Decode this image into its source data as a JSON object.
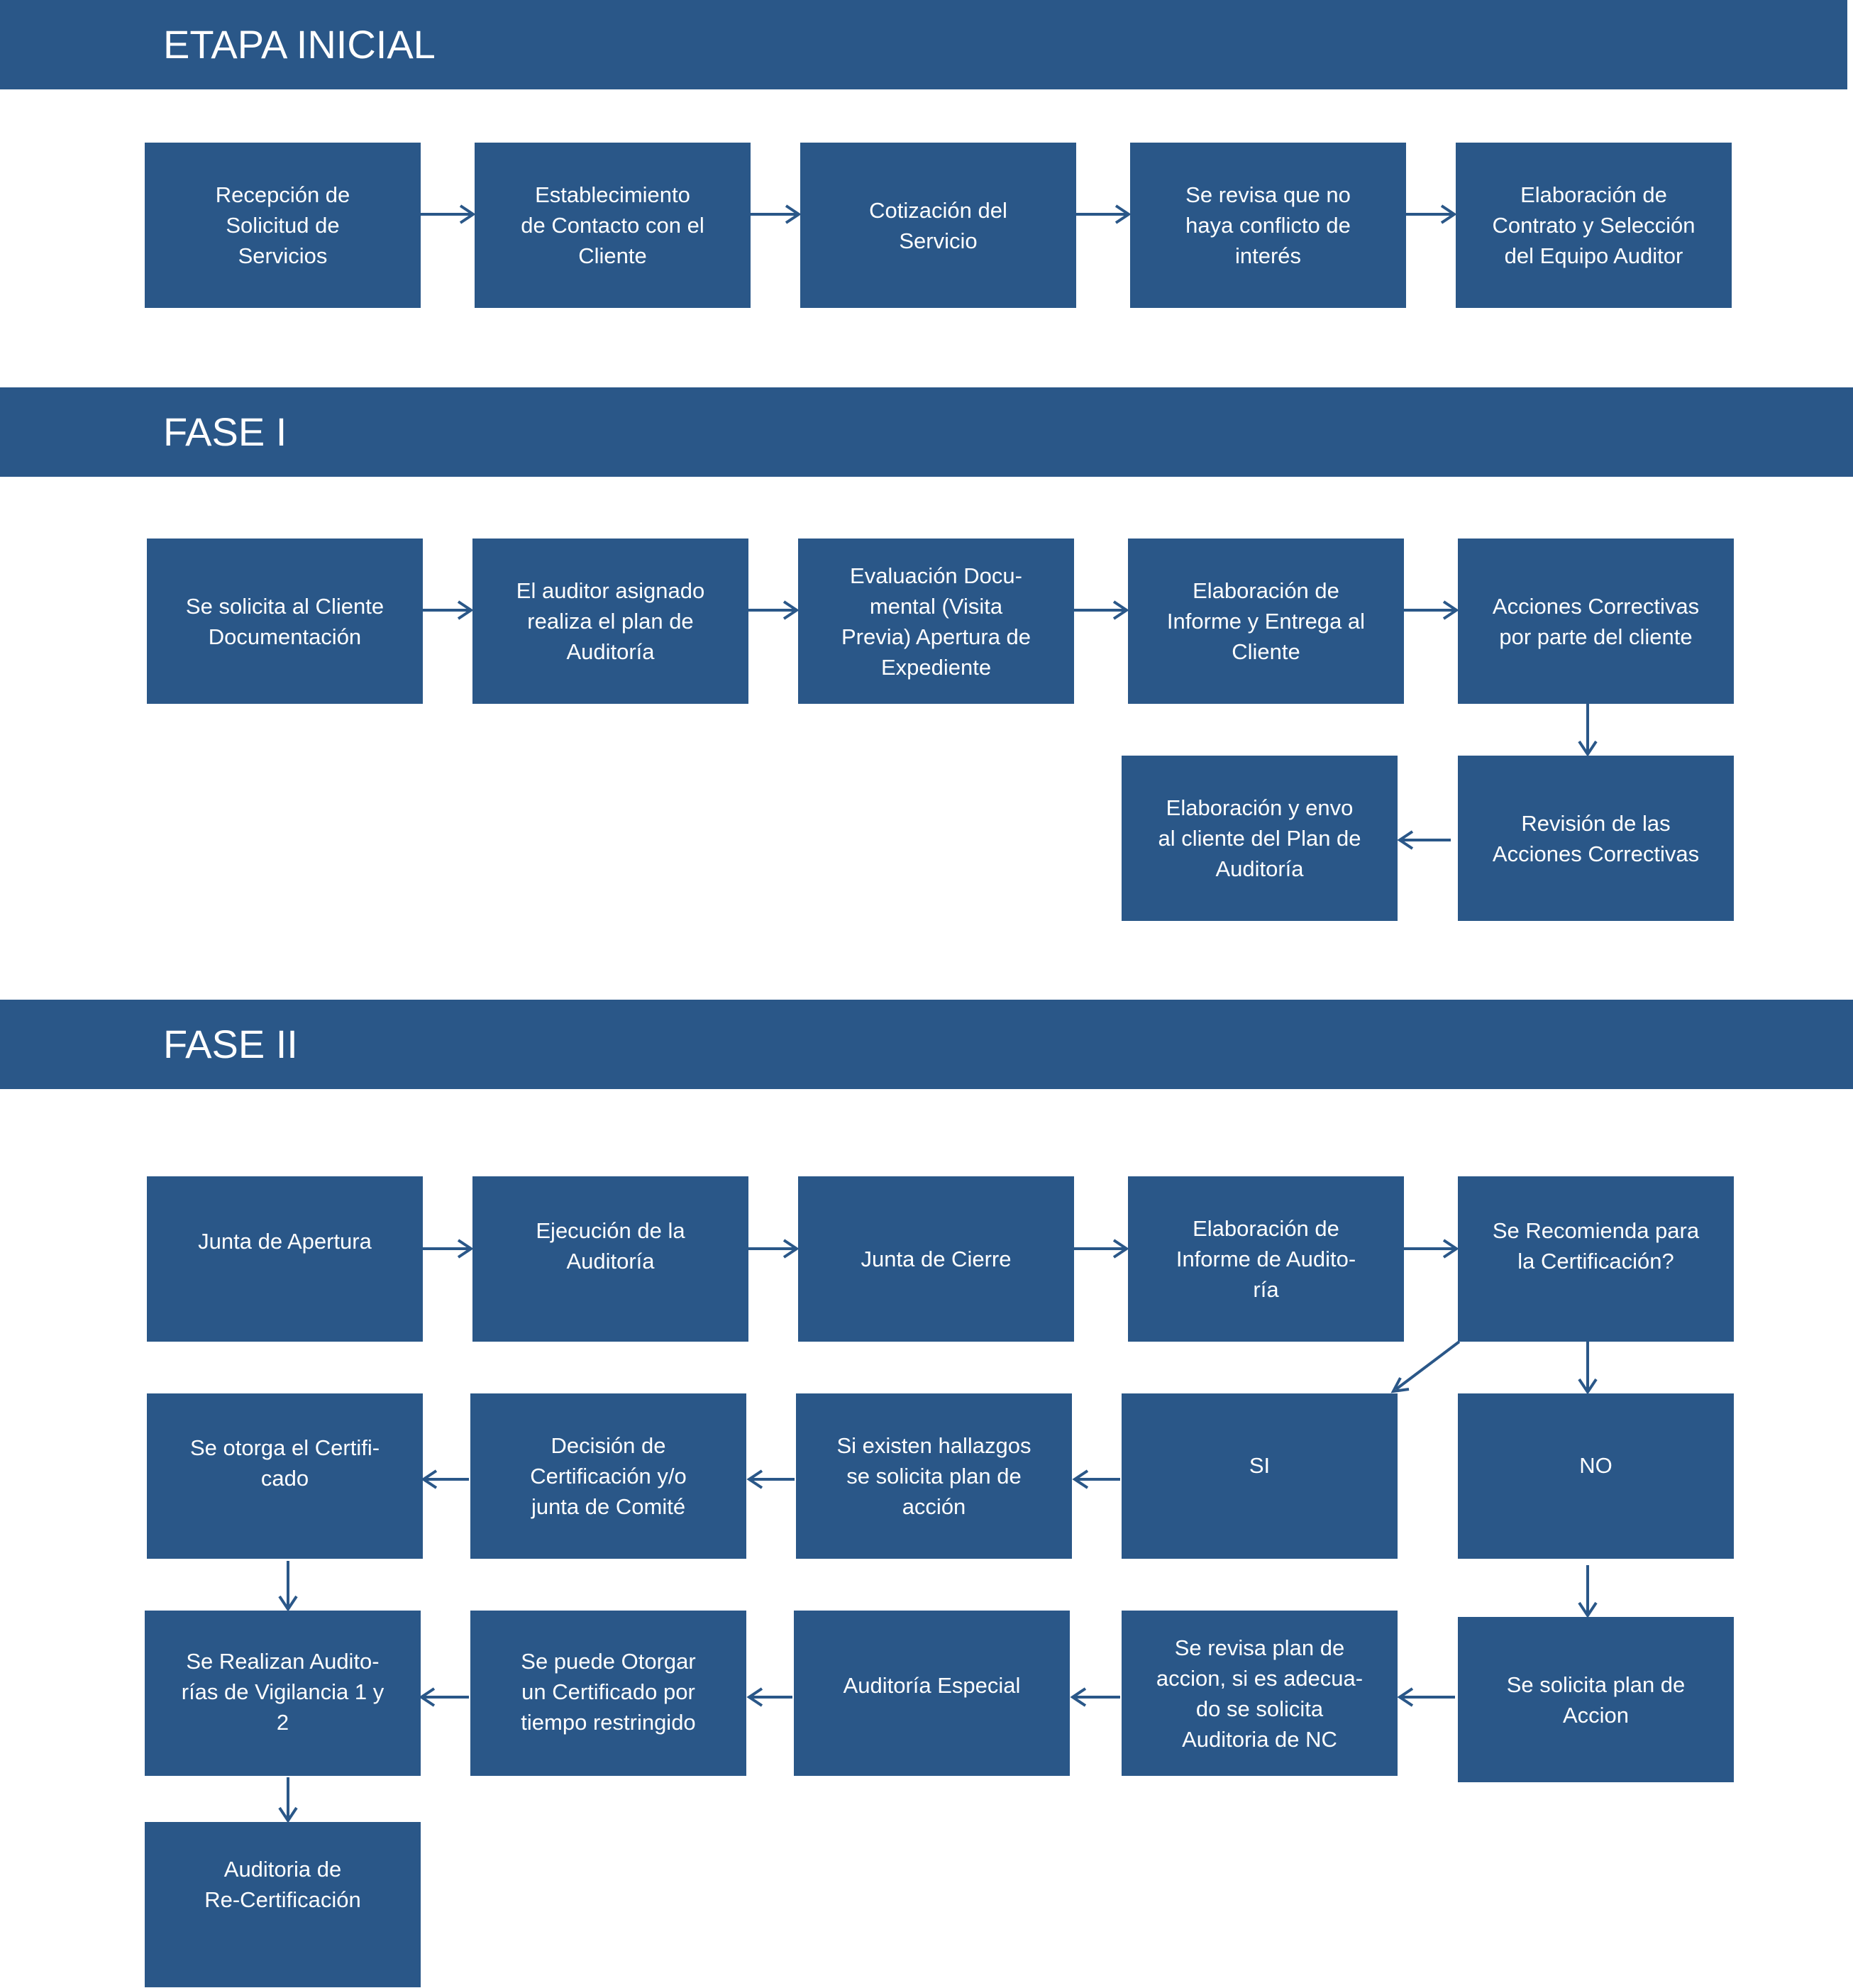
{
  "colors": {
    "primary": "#2a5788",
    "text": "#ffffff",
    "background": "#ffffff"
  },
  "sections": [
    {
      "title": "ETAPA INICIAL"
    },
    {
      "title": "FASE I"
    },
    {
      "title": "FASE II"
    }
  ],
  "etapa_inicial": {
    "recepcion": "Recepción de\nSolicitud de\nServicios",
    "contacto": "Establecimiento\nde Contacto con el\nCliente",
    "cotizacion": "Cotización del\nServicio",
    "conflicto": "Se revisa que no\nhaya conflicto de\ninterés",
    "contrato": "Elaboración de\nContrato y Selección\ndel Equipo Auditor"
  },
  "fase1": {
    "documentacion": "Se solicita al Cliente\nDocumentación",
    "plan": "El auditor asignado\nrealiza el plan de\nAuditoría",
    "evaluacion": "Evaluación Docu-\nmental (Visita\nPrevia) Apertura de\nExpediente",
    "informe": "Elaboración de\nInforme y Entrega al\nCliente",
    "acciones": "Acciones Correctivas\npor parte del cliente",
    "revision": "Revisión de las\nAcciones Correctivas",
    "envio_plan": "Elaboración y envo\nal cliente del Plan de\nAuditoría"
  },
  "fase2": {
    "apertura": "Junta de Apertura",
    "ejecucion": "Ejecución de la\nAuditoría",
    "cierre": "Junta de Cierre",
    "informe": "Elaboración de\nInforme de Audito-\nría",
    "recomienda": "Se Recomienda para\nla Certificación?",
    "si": "SI",
    "no": "NO",
    "hallazgos": "Si existen hallazgos\nse solicita plan de\nacción",
    "decision": "Decisión de\nCertificación y/o\njunta de Comité",
    "otorga": "Se otorga el Certifi-\ncado",
    "vigilancia": "Se Realizan Audito-\nrías de Vigilancia 1 y\n2",
    "restringido": "Se puede Otorgar\nun Certificado por\ntiempo restringido",
    "especial": "Auditoría Especial",
    "revisa_plan": "Se revisa plan de\naccion, si es adecua-\ndo se solicita\nAuditoria de NC",
    "solicita_plan": "Se solicita plan de\nAccion",
    "recertificacion": "Auditoria de\nRe-Certificación"
  }
}
